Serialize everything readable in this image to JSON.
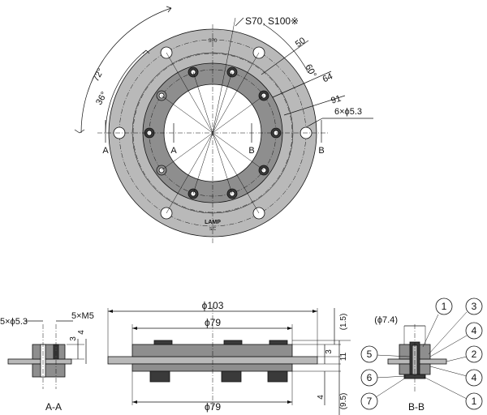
{
  "top_view": {
    "model_label": "S70, S100※",
    "engraving_top": "S70",
    "brand_engraving": "LAMP",
    "brand_sub": "S/C",
    "angle_72": "72°",
    "angle_36": "36°",
    "angle_60": "60°",
    "dia_50": "50",
    "dia_64": "64",
    "dia_91": "91",
    "holes_outer": "6×ϕ5.3",
    "section_a": "A",
    "section_b": "B"
  },
  "section_aa": {
    "label_holes": "5×ϕ5.3",
    "label_thread": "5×M5",
    "dim_3": "3",
    "dim_4": "4",
    "caption": "A-A"
  },
  "side_view": {
    "dia_103": "ϕ103",
    "dia_79_top": "ϕ79",
    "dia_79_bottom": "ϕ79",
    "dim_1_5": "(1.5)",
    "dim_3": "3",
    "dim_11": "11",
    "dim_4": "4",
    "dim_9_5": "(9.5)"
  },
  "section_bb": {
    "dia_7_4": "(ϕ7.4)",
    "caption": "B-B",
    "callouts": [
      "1",
      "3",
      "4",
      "2",
      "4",
      "1",
      "5",
      "6",
      "7"
    ]
  }
}
